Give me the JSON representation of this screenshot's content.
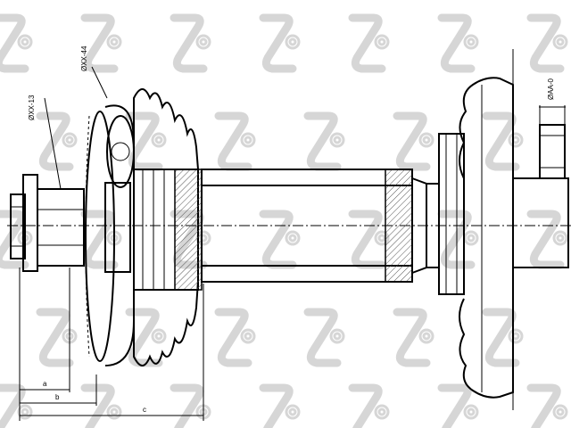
{
  "labels": {
    "top_left_callout": "ØXX-13",
    "top_callout": "ØXX-44",
    "top_right_callout": "ØAA-0",
    "dim_a": "a",
    "dim_b": "b",
    "dim_c": "c"
  },
  "colors": {
    "drawing": "#000000",
    "watermark": "#d6d6d6",
    "background": "#ffffff"
  },
  "watermark": {
    "icon": "logo-watermark-icon"
  }
}
